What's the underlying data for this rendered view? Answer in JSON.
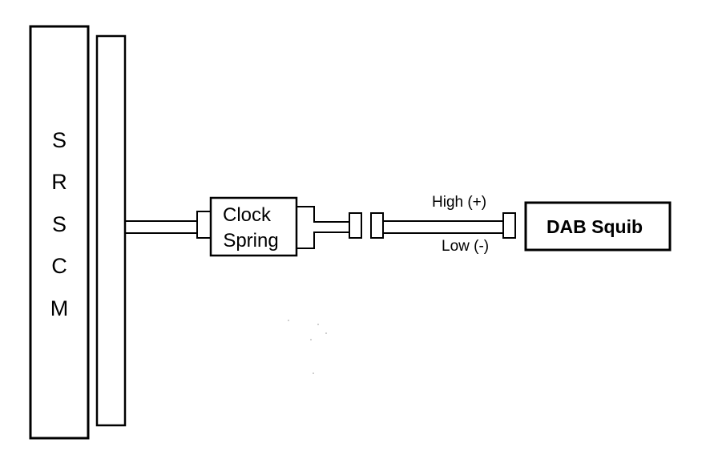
{
  "module": {
    "letters": [
      "S",
      "R",
      "S",
      "C",
      "M"
    ]
  },
  "clock_spring": {
    "line1": "Clock",
    "line2": "Spring"
  },
  "wires": {
    "high_label": "High (+)",
    "low_label": "Low (-)"
  },
  "squib": {
    "label": "DAB Squib"
  },
  "colors": {
    "ink": "#000000",
    "paper": "#ffffff"
  }
}
